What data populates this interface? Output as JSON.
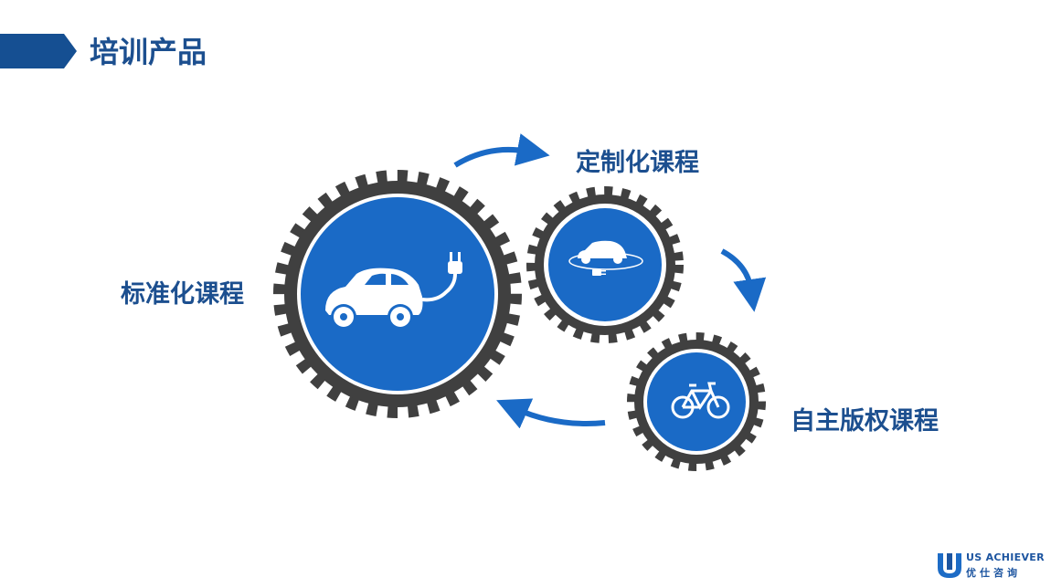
{
  "header": {
    "title": "培训产品"
  },
  "labels": {
    "standard": "标准化课程",
    "custom": "定制化课程",
    "proprietary": "自主版权课程"
  },
  "logo": {
    "name_en": "US ACHIEVER",
    "name_cn": "优仕咨询"
  },
  "colors": {
    "accent": "#1a6ac6",
    "gear": "#404040",
    "title": "#1c4f8f"
  }
}
